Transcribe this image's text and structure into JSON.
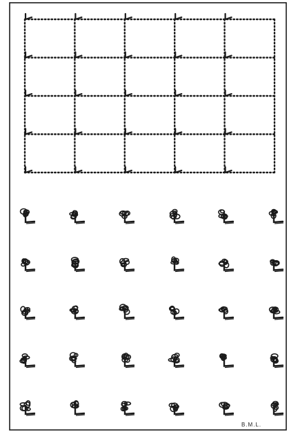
{
  "figure": {
    "top_grid": {
      "rows": 4,
      "cols": 5
    },
    "seedlings": {
      "rows": 5,
      "cols": 6
    },
    "signature": "B.M.L.",
    "ink_color": "#1a1a1a",
    "paper_color": "#ffffff"
  }
}
